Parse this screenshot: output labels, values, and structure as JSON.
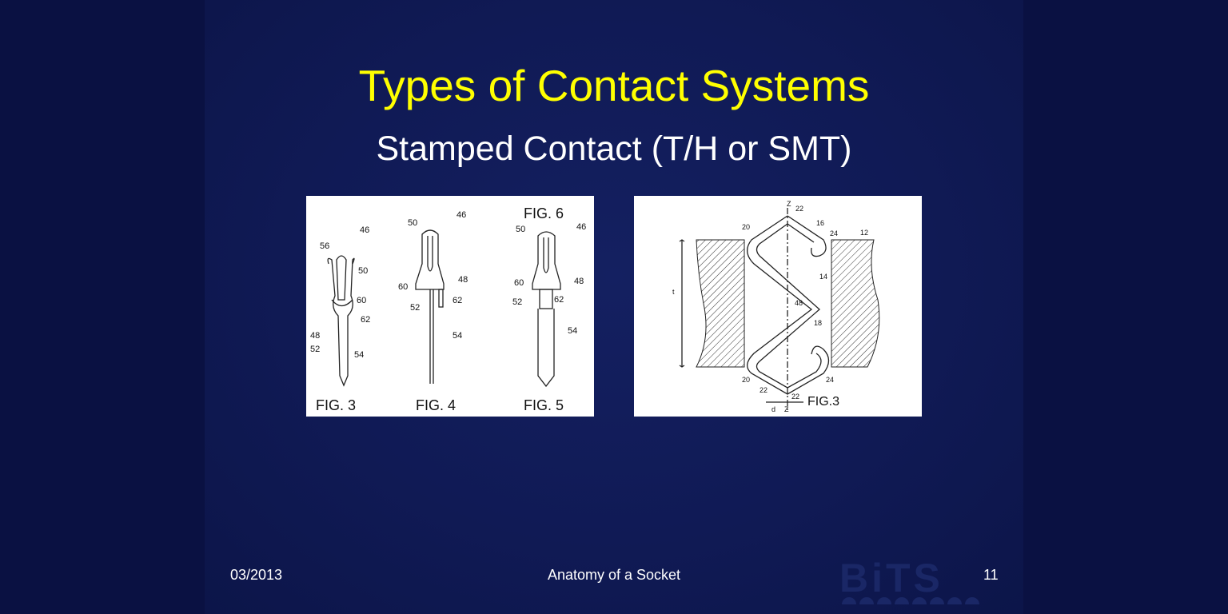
{
  "slide": {
    "title": "Types of Contact Systems",
    "subtitle": "Stamped Contact (T/H or SMT)",
    "footer_date": "03/2013",
    "footer_center": "Anatomy of a Socket",
    "page_number": "11",
    "logo_text": "BiTS"
  },
  "figure_left": {
    "captions": [
      "FIG. 3",
      "FIG. 4",
      "FIG. 5",
      "FIG. 6"
    ],
    "fig3_labels": [
      "46",
      "56",
      "50",
      "60",
      "62",
      "48",
      "52",
      "54"
    ],
    "fig4_labels": [
      "50",
      "46",
      "60",
      "48",
      "52",
      "62",
      "54"
    ],
    "fig5_labels": [
      "50",
      "46",
      "60",
      "48",
      "52",
      "62",
      "54"
    ]
  },
  "figure_right": {
    "caption": "FIG.3",
    "labels": [
      "Z",
      "22",
      "20",
      "16",
      "24",
      "12",
      "t",
      "14",
      "48",
      "18",
      "20",
      "22",
      "24",
      "22",
      "d",
      "Z"
    ]
  },
  "colors": {
    "title": "#ffff00",
    "background": "#101a55",
    "text": "#ffffff"
  }
}
